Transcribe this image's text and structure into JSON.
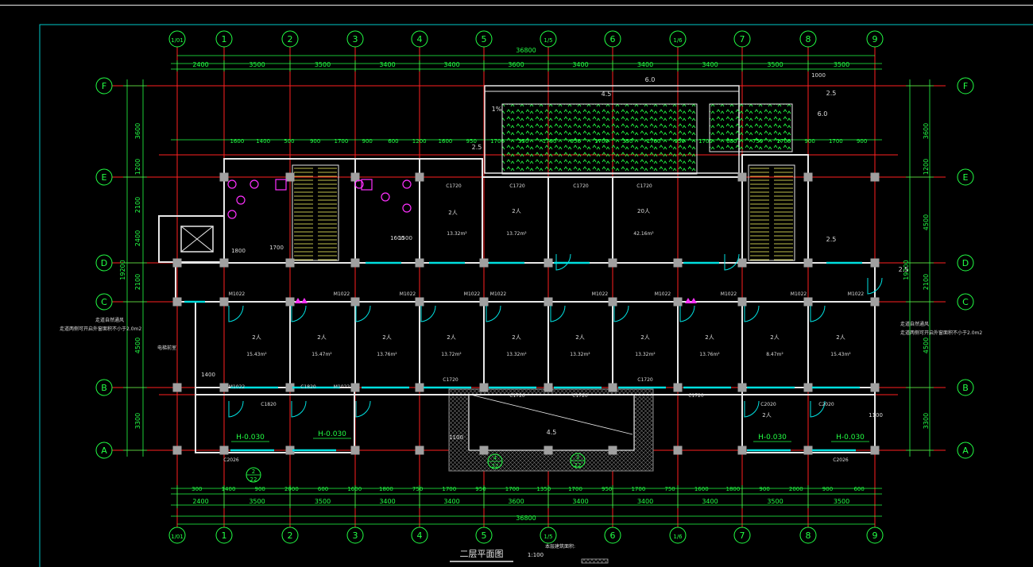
{
  "drawing": {
    "title": "二层平面图",
    "scale": "1:100",
    "total_dim": "36800",
    "cols": [
      "1/01",
      "1",
      "2",
      "3",
      "4",
      "5",
      "1/5",
      "6",
      "1/6",
      "7",
      "8",
      "9"
    ],
    "rows": [
      "F",
      "E",
      "D",
      "C",
      "B",
      "A"
    ],
    "top_segments": [
      "2400",
      "3500",
      "3500",
      "3400",
      "3400",
      "3600",
      "3400",
      "3400",
      "3400",
      "3500",
      "3500"
    ],
    "bottom_segments": [
      "2400",
      "3500",
      "3500",
      "3400",
      "3400",
      "3600",
      "3400",
      "3400",
      "3400",
      "3500",
      "3500"
    ],
    "top_detail": [
      "1600",
      "1400",
      "500",
      "900",
      "1700",
      "900",
      "600",
      "1200",
      "1600",
      "950",
      "1700",
      "350",
      "1700",
      "950",
      "1700",
      "350",
      "1700",
      "950",
      "1700",
      "650",
      "750",
      "1700",
      "900",
      "1700",
      "900"
    ],
    "bottom_detail": [
      "300",
      "1400",
      "900",
      "2000",
      "600",
      "1600",
      "1800",
      "750",
      "1700",
      "950",
      "1700",
      "1350",
      "1700",
      "950",
      "1700",
      "750",
      "1600",
      "1800",
      "900",
      "2000",
      "900",
      "600"
    ],
    "left_dims": [
      "3600",
      "1200",
      "2100",
      "2400",
      "2100",
      "4500",
      "3300"
    ],
    "left_total": "19200",
    "right_dims": [
      "3600",
      "1200",
      "4500",
      "2100",
      "4500",
      "3300"
    ],
    "right_total": "19200",
    "room_labels": [
      "2人",
      "2人",
      "2人",
      "2人",
      "2人",
      "2人",
      "2人",
      "2人",
      "2人",
      "2人",
      "2人",
      "2人",
      "2人",
      "20人"
    ],
    "room_areas": [
      "15.43m²",
      "15.47m²",
      "13.76m²",
      "13.72m²",
      "13.32m²",
      "13.32m²",
      "13.32m²",
      "13.76m²",
      "8.47m²",
      "15.43m²",
      "13.72m²",
      "13.32m²",
      "42.16m²"
    ],
    "door_labels": [
      "M1022",
      "M1022",
      "M1022",
      "M1022",
      "M1022",
      "M1022",
      "M1022",
      "M1022",
      "M1022",
      "M1022",
      "M1022",
      "M1022"
    ],
    "window_labels": [
      "C1720",
      "C1720",
      "C1720",
      "C1720",
      "C1720",
      "C1720",
      "C1720",
      "C1720",
      "C1720",
      "C2020",
      "C2020",
      "C2026",
      "C2026",
      "C1820",
      "C1820"
    ],
    "elevations": [
      "H-0.030",
      "H-0.030",
      "H-0.030",
      "H-0.030"
    ],
    "slope_labels": [
      "4.5",
      "6.0",
      "2.5",
      "6.0",
      "2.5",
      "1%",
      "4.5",
      "2.5",
      "2.5"
    ],
    "left_notes": [
      "走道自然通风",
      "走道两侧可开启外窗面积不小于2.0m2",
      "电梯前室"
    ],
    "right_notes": [
      "走道自然通风",
      "走道两侧可开启外窗面积不小于2.0m2"
    ],
    "bottom_notes": [
      "本层建筑面积:"
    ],
    "detail_refs": [
      "2",
      "22",
      "3",
      "22",
      "4",
      "22"
    ],
    "misc_labels": [
      "1800",
      "1000",
      "1700",
      "1600",
      "1500",
      "1100",
      "1100",
      "1400"
    ]
  },
  "colors": {
    "grid_red": "#ff2020",
    "dim_green": "#22ff44",
    "wall_white": "#e8e8e8",
    "cyan": "#00e0e0",
    "magenta": "#ff30ff",
    "column_gray": "#a0a0a0",
    "frame": "#00c8c8"
  }
}
